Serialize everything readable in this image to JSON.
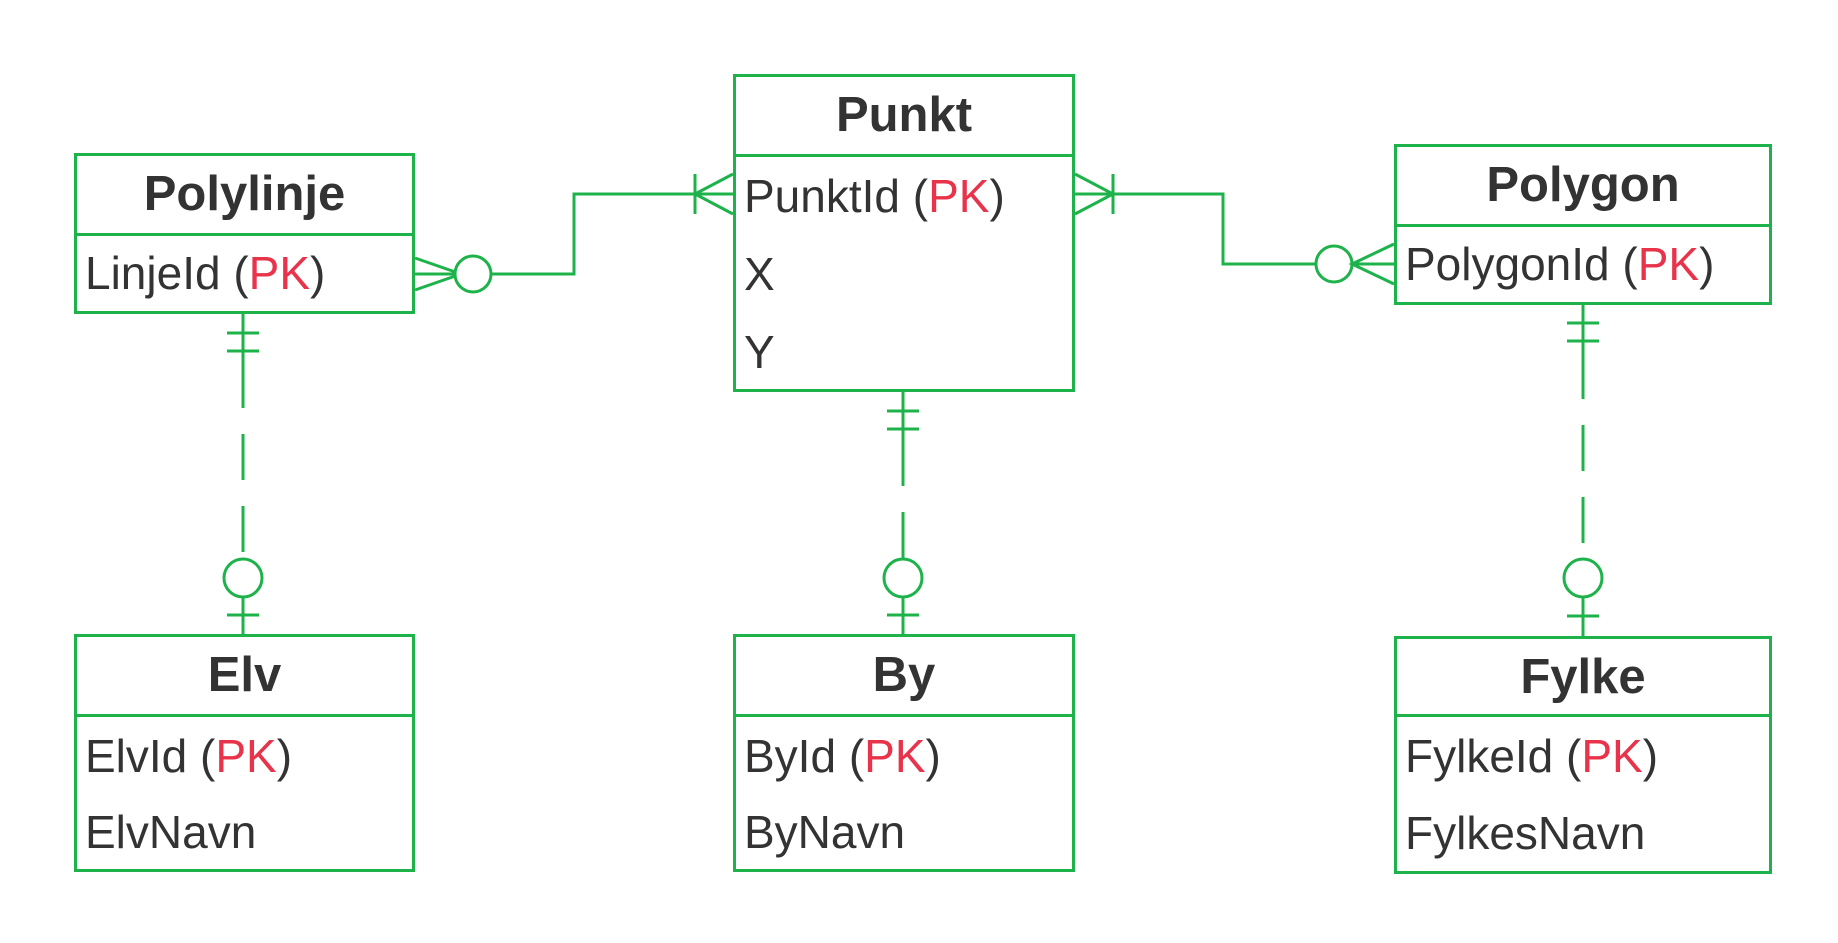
{
  "colors": {
    "line": "#1db34a",
    "text": "#333333",
    "key": "#e8334a"
  },
  "entities": {
    "punkt": {
      "title": "Punkt",
      "attrs": [
        {
          "name": "PunktId",
          "pk": "PK"
        },
        {
          "name": "X"
        },
        {
          "name": "Y"
        }
      ]
    },
    "polylinje": {
      "title": "Polylinje",
      "attrs": [
        {
          "name": "LinjeId",
          "pk": "PK"
        }
      ]
    },
    "polygon": {
      "title": "Polygon",
      "attrs": [
        {
          "name": "PolygonId",
          "pk": "PK"
        }
      ]
    },
    "elv": {
      "title": "Elv",
      "attrs": [
        {
          "name": "ElvId",
          "pk": "PK"
        },
        {
          "name": "ElvNavn"
        }
      ]
    },
    "by": {
      "title": "By",
      "attrs": [
        {
          "name": "ById",
          "pk": "PK"
        },
        {
          "name": "ByNavn"
        }
      ]
    },
    "fylke": {
      "title": "Fylke",
      "attrs": [
        {
          "name": "FylkeId",
          "pk": "PK"
        },
        {
          "name": "FylkesNavn"
        }
      ]
    }
  }
}
